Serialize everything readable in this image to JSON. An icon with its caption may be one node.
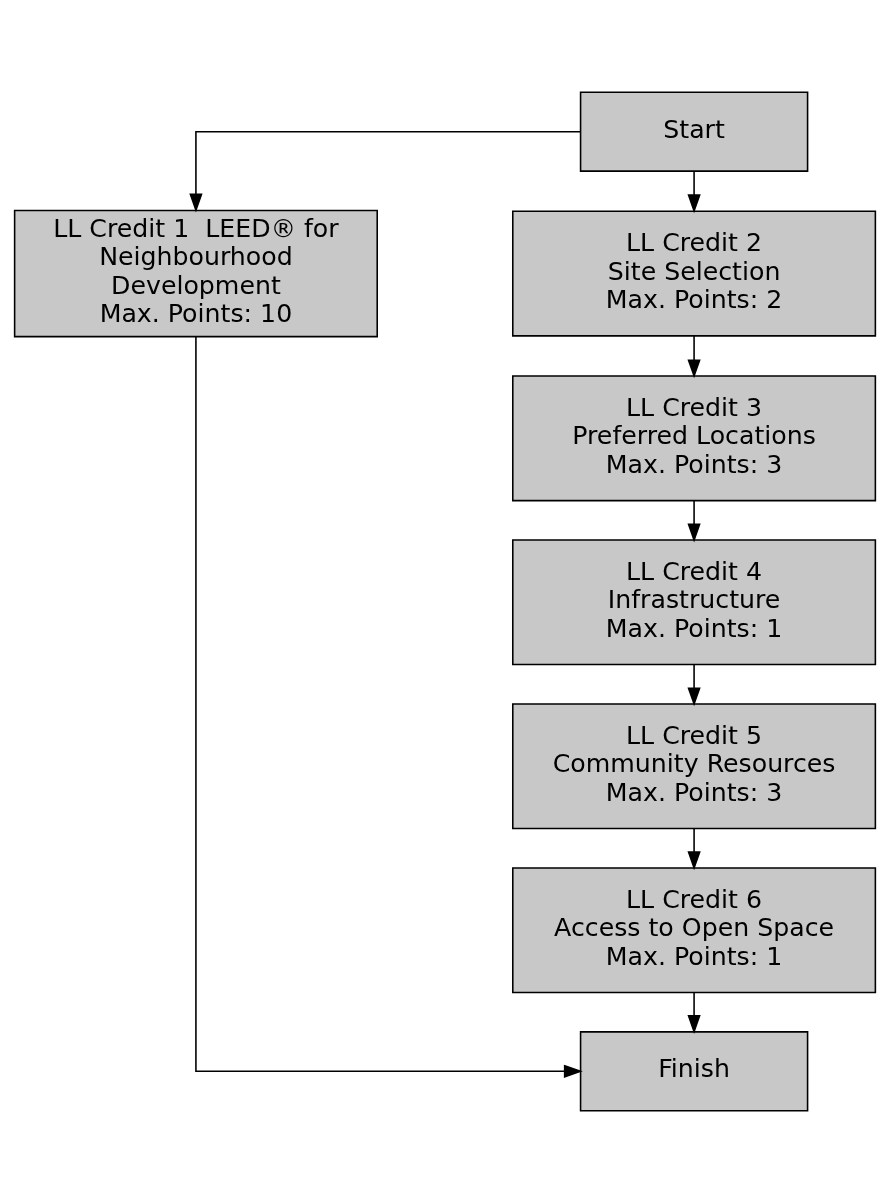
{
  "diagram": {
    "nodes": [
      {
        "text": [
          "Start"
        ]
      },
      {
        "text": [
          "LL Credit 1  LEED® for Neighbourhood Development",
          "Max. Points: 10"
        ]
      },
      {
        "text": [
          "LL Credit 2",
          "Site Selection",
          "Max. Points: 2"
        ]
      },
      {
        "text": [
          "LL Credit 3",
          "Preferred Locations",
          "Max. Points: 3"
        ]
      },
      {
        "text": [
          "LL Credit 4",
          "Infrastructure",
          "Max. Points: 1"
        ]
      },
      {
        "text": [
          "LL Credit 5",
          "Community Resources",
          "Max. Points: 3"
        ]
      },
      {
        "text": [
          "LL Credit 6",
          "Access to Open Space",
          "Max. Points: 1"
        ]
      },
      {
        "text": [
          "Finish"
        ]
      }
    ],
    "edges": [
      {
        "from": 0,
        "to": 1,
        "arrow": "to"
      },
      {
        "from": 0,
        "to": 2,
        "arrow": "to"
      },
      {
        "from": 2,
        "to": 3,
        "arrow": "to"
      },
      {
        "from": 3,
        "to": 4,
        "arrow": "to"
      },
      {
        "from": 4,
        "to": 5,
        "arrow": "to"
      },
      {
        "from": 5,
        "to": 6,
        "arrow": "to"
      },
      {
        "from": 1,
        "to": 7,
        "arrow": "to"
      },
      {
        "from": 6,
        "to": 7,
        "arrow": "to"
      }
    ]
  }
}
